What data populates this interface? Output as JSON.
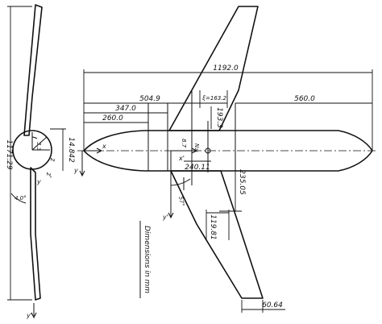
{
  "drawing": {
    "caption": "Dimensions in mm",
    "dimensions": {
      "overall_length": "1192.0",
      "wing_root_position": "504.9",
      "aft_section": "560.0",
      "station_347": "347.0",
      "station_260": "260.0",
      "root_chord_mark": "193.3",
      "pivot_offset": "240.11",
      "half_span": "235.05",
      "mid_chord": "119.81",
      "tip_chord": "60.64",
      "front_view_span": "1171.29",
      "front_view_height": "14.842",
      "local_angle": "3.3",
      "dihedral_angle": "4.0°",
      "sweep_angle": "57°",
      "vertical_mark": "8.7",
      "station_163": "ξ=163.2"
    },
    "axis_labels": {
      "x": "x",
      "y": "y",
      "x_prime": "x'",
      "y_prime": "y'",
      "z": "z",
      "z_prime": "z'",
      "n": "N₂₅"
    }
  }
}
